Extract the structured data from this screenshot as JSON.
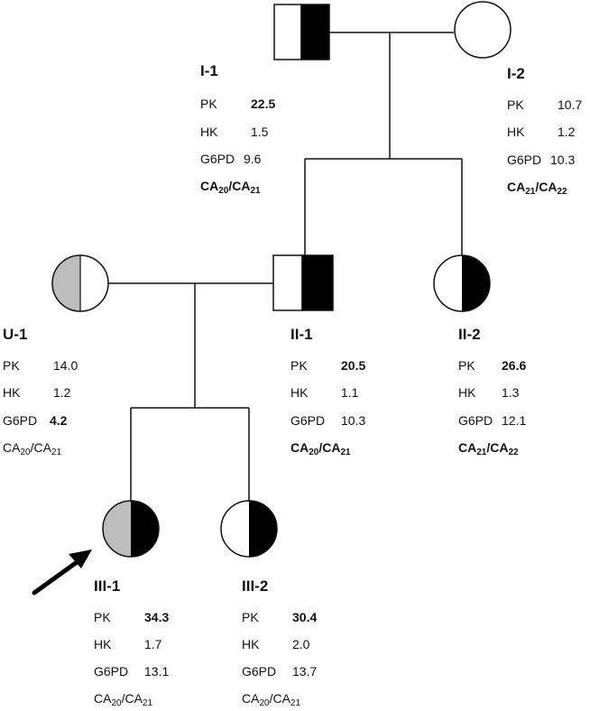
{
  "colors": {
    "affected": "#000000",
    "partial": "#bdbdbd",
    "line": "#111111"
  },
  "individuals": [
    {
      "id": "I-1",
      "sex": "male",
      "fill": "right-black",
      "pk": "22.5",
      "pk_bold": true,
      "hk": "1.5",
      "hk_bold": false,
      "g6pd": "9.6",
      "g6pd_bold": false,
      "geno_a": "CA",
      "geno_a_sub": "20",
      "geno_b": "CA",
      "geno_b_sub": "21",
      "geno_bold": true
    },
    {
      "id": "I-2",
      "sex": "female",
      "fill": "none",
      "pk": "10.7",
      "pk_bold": false,
      "hk": "1.2",
      "hk_bold": false,
      "g6pd": "10.3",
      "g6pd_bold": false,
      "geno_a": "CA",
      "geno_a_sub": "21",
      "geno_b": "CA",
      "geno_b_sub": "22",
      "geno_bold": true
    },
    {
      "id": "U-1",
      "sex": "female",
      "fill": "left-gray",
      "pk": "14.0",
      "pk_bold": false,
      "hk": "1.2",
      "hk_bold": false,
      "g6pd": "4.2",
      "g6pd_bold": true,
      "geno_a": "CA",
      "geno_a_sub": "20",
      "geno_b": "CA",
      "geno_b_sub": "21",
      "geno_bold": false
    },
    {
      "id": "II-1",
      "sex": "male",
      "fill": "right-black",
      "pk": "20.5",
      "pk_bold": true,
      "hk": "1.1",
      "hk_bold": false,
      "g6pd": "10.3",
      "g6pd_bold": false,
      "geno_a": "CA",
      "geno_a_sub": "20",
      "geno_b": "CA",
      "geno_b_sub": "21",
      "geno_bold": true
    },
    {
      "id": "II-2",
      "sex": "female",
      "fill": "right-black",
      "pk": "26.6",
      "pk_bold": true,
      "hk": "1.3",
      "hk_bold": false,
      "g6pd": "12.1",
      "g6pd_bold": false,
      "geno_a": "CA",
      "geno_a_sub": "21",
      "geno_b": "CA",
      "geno_b_sub": "22",
      "geno_bold": true
    },
    {
      "id": "III-1",
      "sex": "female",
      "fill": "gray-black",
      "proband": true,
      "pk": "34.3",
      "pk_bold": true,
      "hk": "1.7",
      "hk_bold": false,
      "g6pd": "13.1",
      "g6pd_bold": false,
      "geno_a": "CA",
      "geno_a_sub": "20",
      "geno_b": "CA",
      "geno_b_sub": "21",
      "geno_bold": false
    },
    {
      "id": "III-2",
      "sex": "female",
      "fill": "right-black",
      "pk": "30.4",
      "pk_bold": true,
      "hk": "2.0",
      "hk_bold": false,
      "g6pd": "13.7",
      "g6pd_bold": false,
      "geno_a": "CA",
      "geno_a_sub": "20",
      "geno_b": "CA",
      "geno_b_sub": "21",
      "geno_bold": false
    }
  ],
  "labels": {
    "pk": "PK",
    "hk": "HK",
    "g6pd": "G6PD",
    "separator": "/"
  }
}
